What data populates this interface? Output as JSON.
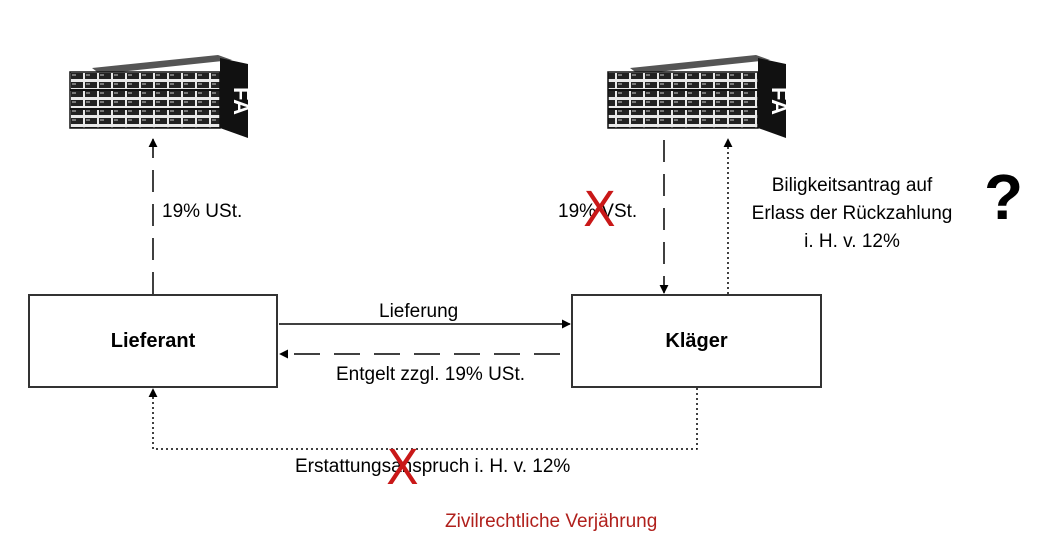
{
  "nodes": {
    "lieferant": "Lieferant",
    "klaeger": "Kläger"
  },
  "tax_office": {
    "sign_text": "FA"
  },
  "edges": {
    "lieferant_to_fa": "19% USt.",
    "fa_to_klaeger": "19% VSt.",
    "lieferung": "Lieferung",
    "entgelt": "Entgelt zzgl. 19% USt.",
    "billigkeit": [
      "Biligkeitsantrag auf",
      "Erlass der Rückzahlung",
      "i. H. v. 12%"
    ],
    "erstattung": "Erstattungsanspruch i. H. v. 12%"
  },
  "annotations": {
    "strike_mark": "X",
    "question_mark": "?",
    "verjaehrung": "Zivilrechtliche Verjährung"
  },
  "colors": {
    "strike": "#c91818",
    "verjaehrung": "#b0201c"
  }
}
